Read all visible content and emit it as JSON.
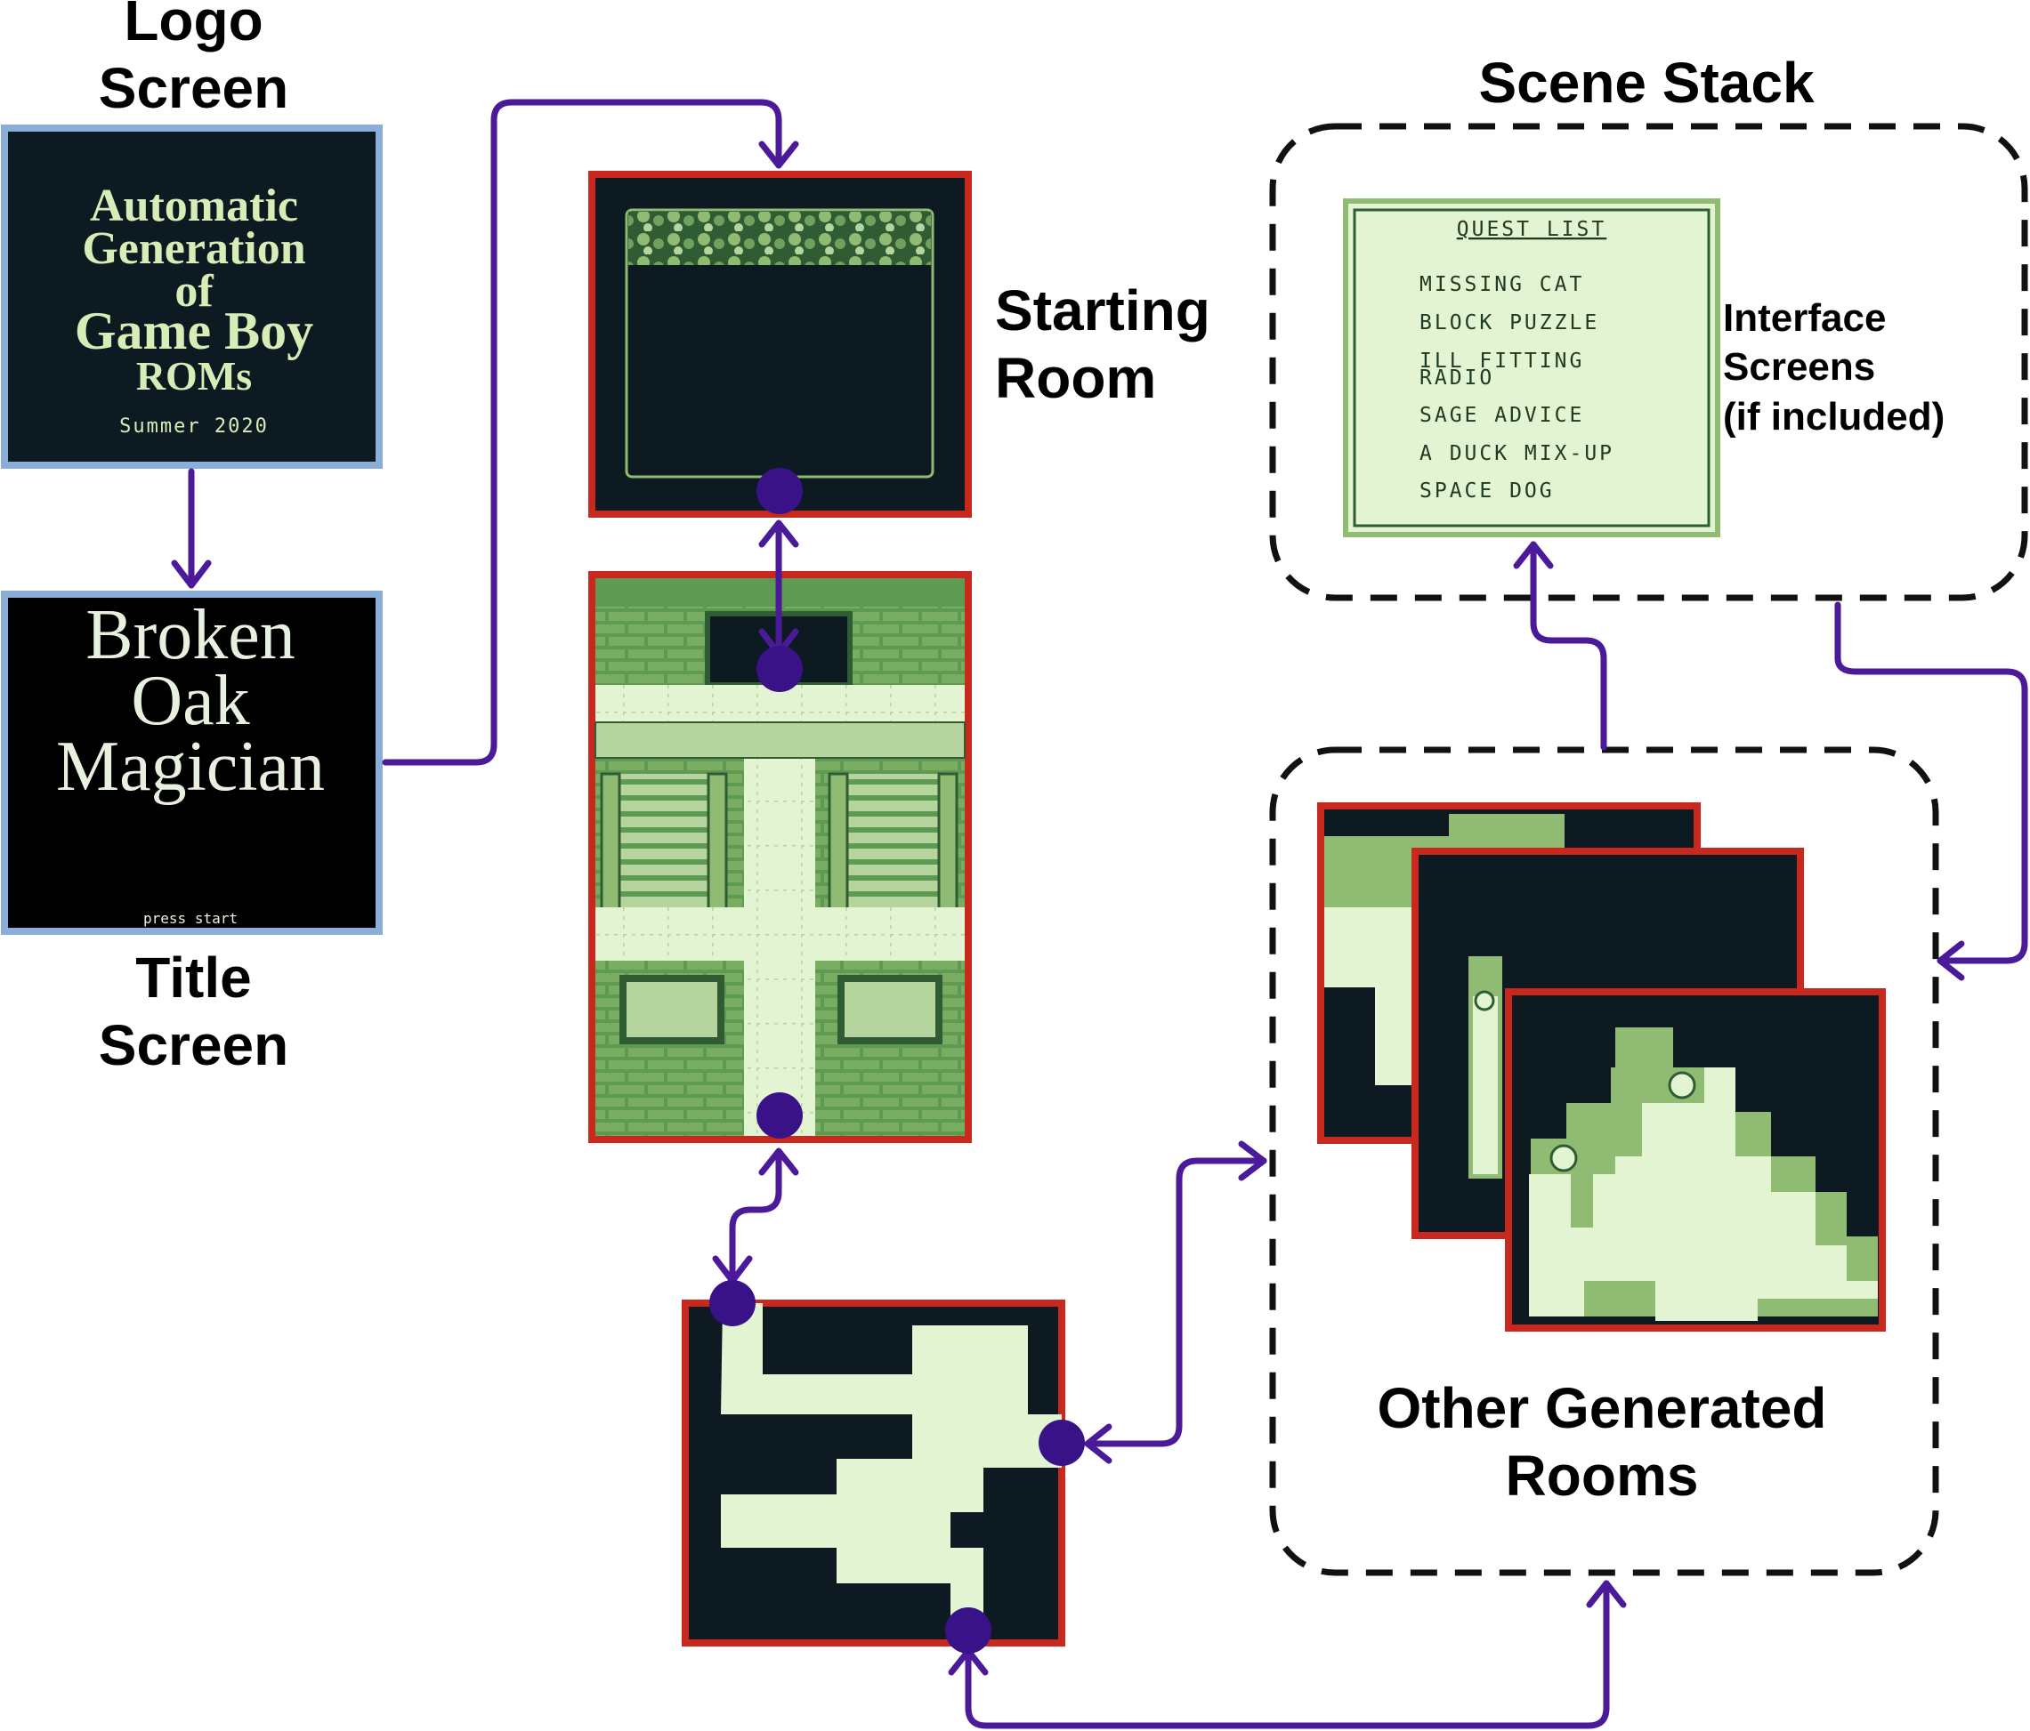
{
  "labels": {
    "logo_screen": [
      "Logo",
      "Screen"
    ],
    "title_screen": [
      "Title",
      "Screen"
    ],
    "starting_room": [
      "Starting",
      "Room"
    ],
    "scene_stack": "Scene Stack",
    "interface_screens": [
      "Interface",
      "Screens",
      "(if included)"
    ],
    "other_generated_rooms": [
      "Other Generated",
      "Rooms"
    ]
  },
  "logo_screen_content": {
    "lines": [
      "Automatic",
      "Generation",
      "of",
      "Game Boy",
      "ROMs"
    ],
    "date": "Summer 2020"
  },
  "title_screen_content": {
    "lines": [
      "Broken",
      "Oak",
      "Magician"
    ],
    "prompt": "press start"
  },
  "quest_list": {
    "header": "QUEST LIST",
    "items": [
      "MISSING CAT",
      "BLOCK PUZZLE",
      "ILL FITTING",
      "RADIO",
      "SAGE ADVICE",
      "A DUCK MIX-UP",
      "SPACE DOG"
    ]
  },
  "colors": {
    "screen_border_blue": "#8aaed8",
    "room_border_red": "#c8281e",
    "arrow_purple": "#4a1a9a",
    "gb_dark": "#0e1a22",
    "gb_light": "#e2f4d2",
    "gb_mid": "#8fbc72",
    "gb_green": "#5f9a52",
    "gb_deep": "#2f5c33"
  }
}
